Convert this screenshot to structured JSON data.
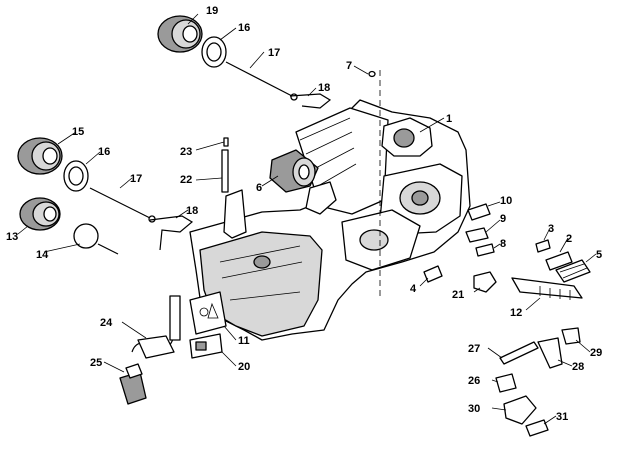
{
  "callouts": {
    "c1": "1",
    "c2": "2",
    "c3": "3",
    "c4": "4",
    "c5": "5",
    "c6": "6",
    "c7": "7",
    "c8": "8",
    "c9": "9",
    "c10": "10",
    "c11": "11",
    "c12": "12",
    "c13": "13",
    "c14": "14",
    "c15": "15",
    "c16a": "16",
    "c16b": "16",
    "c17a": "17",
    "c17b": "17",
    "c18a": "18",
    "c18b": "18",
    "c19": "19",
    "c20": "20",
    "c21": "21",
    "c22": "22",
    "c23": "23",
    "c24": "24",
    "c25": "25",
    "c26": "26",
    "c27": "27",
    "c28": "28",
    "c29": "29",
    "c30": "30",
    "c31": "31"
  }
}
